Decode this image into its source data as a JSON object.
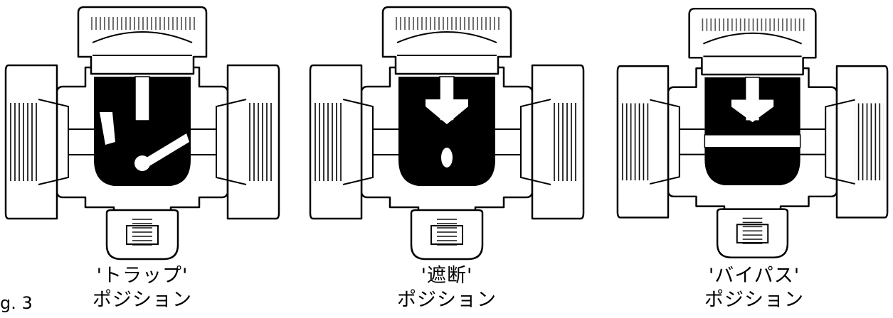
{
  "figure_label": "g. 3",
  "positions": [
    {
      "line1": "'トラップ'",
      "line2": "ポジション",
      "mode": "trap"
    },
    {
      "line1": "'遮断'",
      "line2": "ポジション",
      "mode": "shutoff"
    },
    {
      "line1": "'バイパス'",
      "line2": "ポジション",
      "mode": "bypass"
    }
  ]
}
